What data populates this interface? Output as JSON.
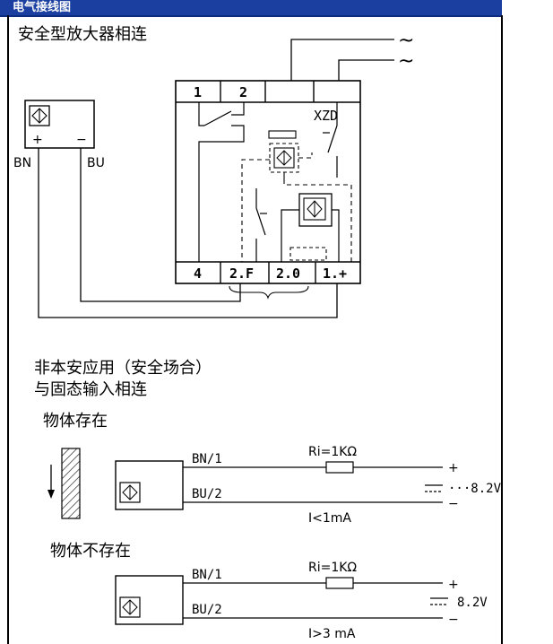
{
  "header": {
    "title": "电气接线图"
  },
  "section1": {
    "title": "安全型放大器相连",
    "sensor_plus": "+",
    "sensor_minus": "−",
    "wire_bn": "BN",
    "wire_bu": "BU",
    "terminal_top_1": "1",
    "terminal_top_2": "2",
    "relay_label": "XZD",
    "terminal_bottom_4": "4",
    "terminal_bottom_2f": "2.F",
    "terminal_bottom_20": "2.0",
    "terminal_bottom_1p": "1.+",
    "ac_symbol": "~"
  },
  "section2": {
    "title_line1": "非本安应用（安全场合）",
    "title_line2": "与固态输入相连",
    "present": {
      "title": "物体存在",
      "wire1": "BN/1",
      "wire2": "BU/2",
      "resistor": "Ri=1KΩ",
      "plus": "+",
      "minus": "−",
      "voltage": "···8.2V",
      "current": "I<1mA"
    },
    "absent": {
      "title": "物体不存在",
      "wire1": "BN/1",
      "wire2": "BU/2",
      "resistor": "Ri=1KΩ",
      "plus": "+",
      "minus": "−",
      "voltage": "8.2V",
      "current": "I>3 mA"
    }
  }
}
